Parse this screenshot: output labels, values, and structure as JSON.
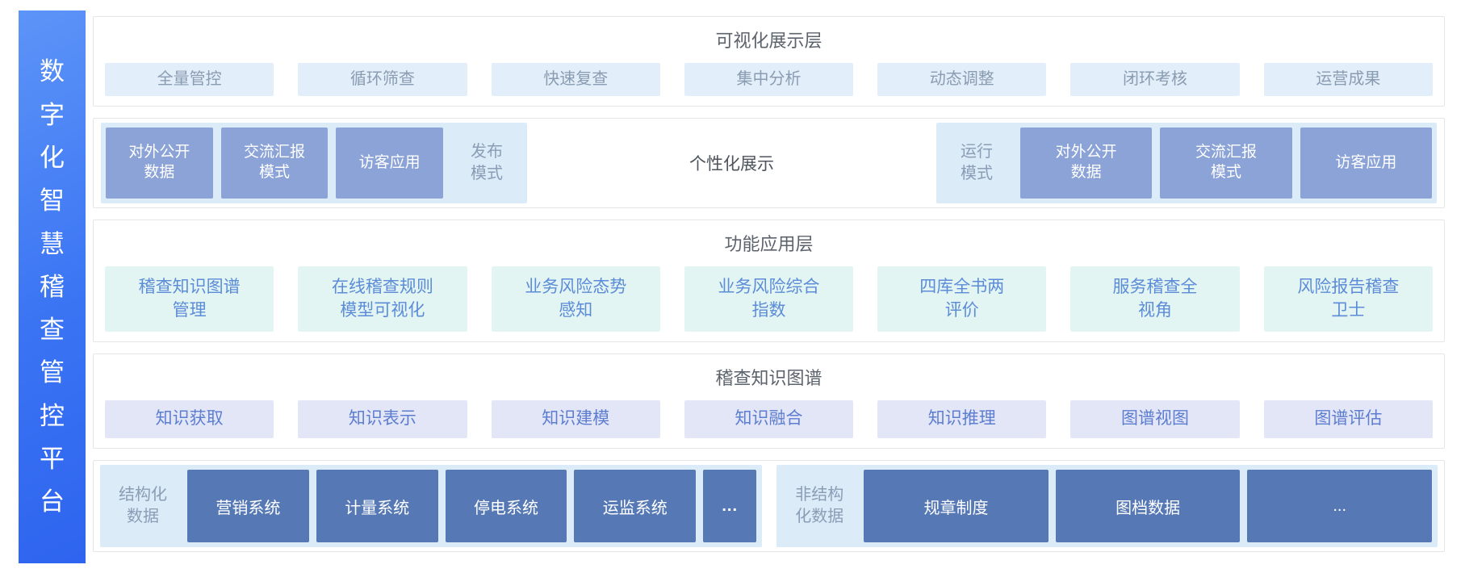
{
  "platform": {
    "title": "数字化智慧稽查管控平台"
  },
  "layers": {
    "visualization": {
      "title": "可视化展示层",
      "items": [
        "全量管控",
        "循环筛查",
        "快速复查",
        "集中分析",
        "动态调整",
        "闭环考核",
        "运营成果"
      ]
    },
    "modes": {
      "publish_group": {
        "boxes": [
          {
            "line1": "对外公开",
            "line2": "数据"
          },
          {
            "line1": "交流汇报",
            "line2": "模式"
          },
          {
            "line1": "访客应用",
            "line2": ""
          }
        ],
        "label": {
          "line1": "发布",
          "line2": "模式"
        }
      },
      "center_label": "个性化展示",
      "run_group": {
        "label": {
          "line1": "运行",
          "line2": "模式"
        },
        "boxes": [
          {
            "line1": "对外公开",
            "line2": "数据"
          },
          {
            "line1": "交流汇报",
            "line2": "模式"
          },
          {
            "line1": "访客应用",
            "line2": ""
          }
        ]
      }
    },
    "function": {
      "title": "功能应用层",
      "items": [
        {
          "line1": "稽查知识图谱",
          "line2": "管理"
        },
        {
          "line1": "在线稽查规则",
          "line2": "模型可视化"
        },
        {
          "line1": "业务风险态势",
          "line2": "感知"
        },
        {
          "line1": "业务风险综合",
          "line2": "指数"
        },
        {
          "line1": "四库全书两",
          "line2": "评价"
        },
        {
          "line1": "服务稽查全",
          "line2": "视角"
        },
        {
          "line1": "风险报告稽查",
          "line2": "卫士"
        }
      ]
    },
    "knowledge_graph": {
      "title": "稽查知识图谱",
      "items": [
        "知识获取",
        "知识表示",
        "知识建模",
        "知识融合",
        "知识推理",
        "图谱视图",
        "图谱评估"
      ]
    },
    "data_sources": {
      "structured": {
        "label": {
          "line1": "结构化",
          "line2": "数据"
        },
        "systems": [
          "营销系统",
          "计量系统",
          "停电系统",
          "运监系统"
        ],
        "more": "..."
      },
      "unstructured": {
        "label": {
          "line1": "非结构",
          "line2": "化数据"
        },
        "systems": [
          "规章制度",
          "图档数据"
        ],
        "more": "..."
      }
    }
  },
  "colors": {
    "sidebar_gradient_start": "#5d94f8",
    "sidebar_gradient_end": "#2e64ef",
    "box_border": "#e5e6e8",
    "light_blue_chip": "#e2eef9",
    "light_blue_panel": "#dcebf8",
    "mint_chip": "#e3f5f2",
    "lavender_chip": "#e3e6f7",
    "slate_blue_box": "#8ba3d6",
    "deep_blue_box": "#5679b6",
    "title_text": "#5c636c",
    "chip_text_gray": "#8a9cb2",
    "chip_text_blue": "#5c8cd8",
    "chip_text_indigo": "#5d7ed0",
    "panel_label_text": "#8a9db6"
  }
}
